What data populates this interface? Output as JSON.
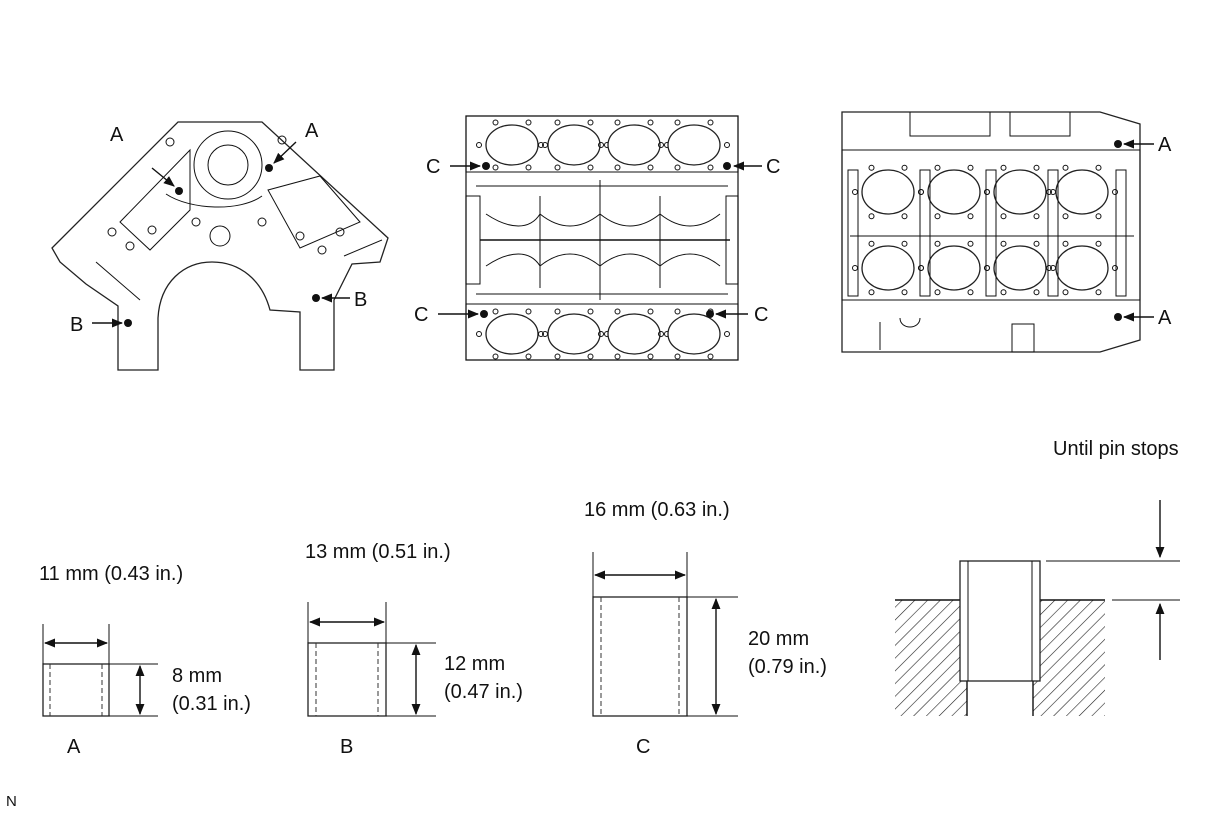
{
  "top_views": {
    "left": {
      "labels": [
        "A",
        "A",
        "B",
        "B"
      ]
    },
    "middle": {
      "labels": [
        "C",
        "C",
        "C",
        "C"
      ]
    },
    "right": {
      "labels": [
        "A",
        "A"
      ]
    }
  },
  "pins": [
    {
      "letter": "A",
      "length": "11 mm (0.43 in.)",
      "height_line1": "8 mm",
      "height_line2": "(0.31 in.)"
    },
    {
      "letter": "B",
      "length": "13 mm (0.51 in.)",
      "height_line1": "12 mm",
      "height_line2": "(0.47 in.)"
    },
    {
      "letter": "C",
      "length": "16 mm (0.63 in.)",
      "height_line1": "20 mm",
      "height_line2": "(0.79 in.)"
    }
  ],
  "install": {
    "note": "Until pin stops"
  },
  "corner_mark": "N"
}
